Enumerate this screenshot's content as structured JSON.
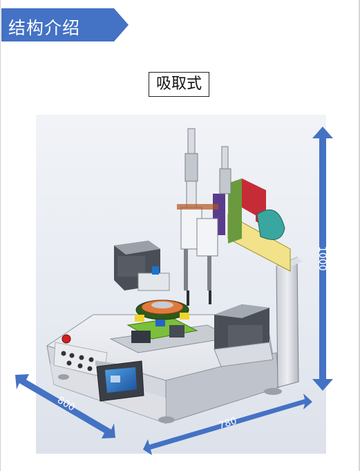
{
  "section": {
    "title": "结构介绍"
  },
  "subtitle": {
    "label": "吸取式"
  },
  "dimensions": {
    "height": "1000",
    "depth": "800",
    "width": "780"
  },
  "colors": {
    "ribbon": "#4472c4",
    "arrow": "#4472c4"
  }
}
